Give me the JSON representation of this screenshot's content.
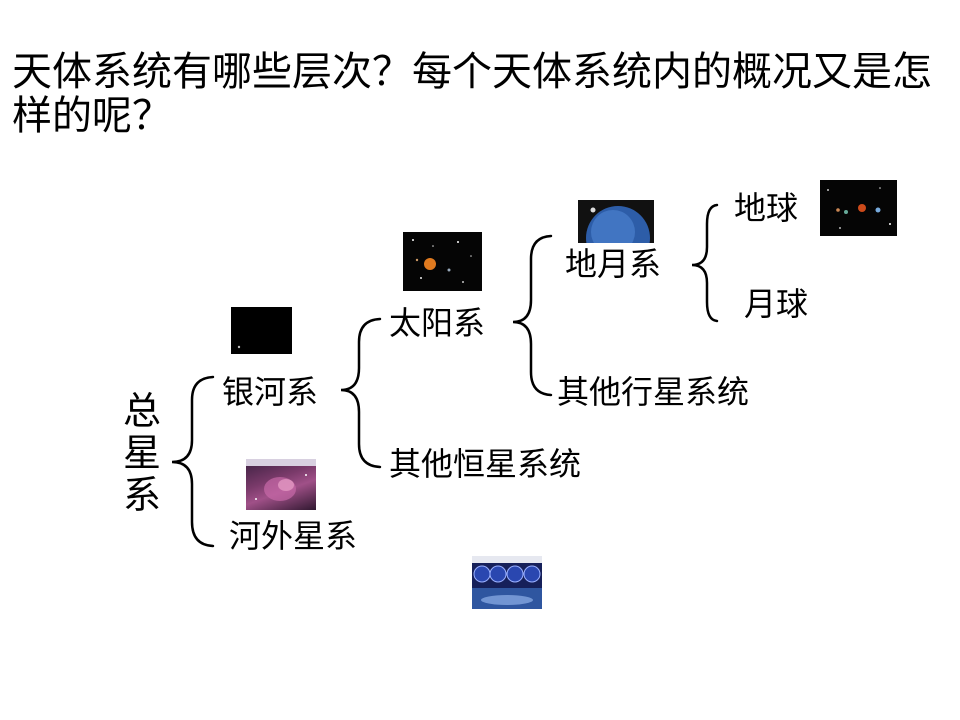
{
  "title": "天体系统有哪些层次？每个天体系统内的概况又是怎样的呢？",
  "root": "总星系",
  "nodes": {
    "milky_way": "银河系",
    "extragalactic": "河外星系",
    "solar_system": "太阳系",
    "other_stellar": "其他恒星系统",
    "earth_moon": "地月系",
    "other_planetary": "其他行星系统",
    "earth": "地球",
    "moon": "月球"
  },
  "images": [
    {
      "name": "milky-way-image"
    },
    {
      "name": "extragalactic-image"
    },
    {
      "name": "solar-system-image"
    },
    {
      "name": "earth-moon-image"
    },
    {
      "name": "earth-image"
    },
    {
      "name": "galaxy-survey-image"
    }
  ]
}
